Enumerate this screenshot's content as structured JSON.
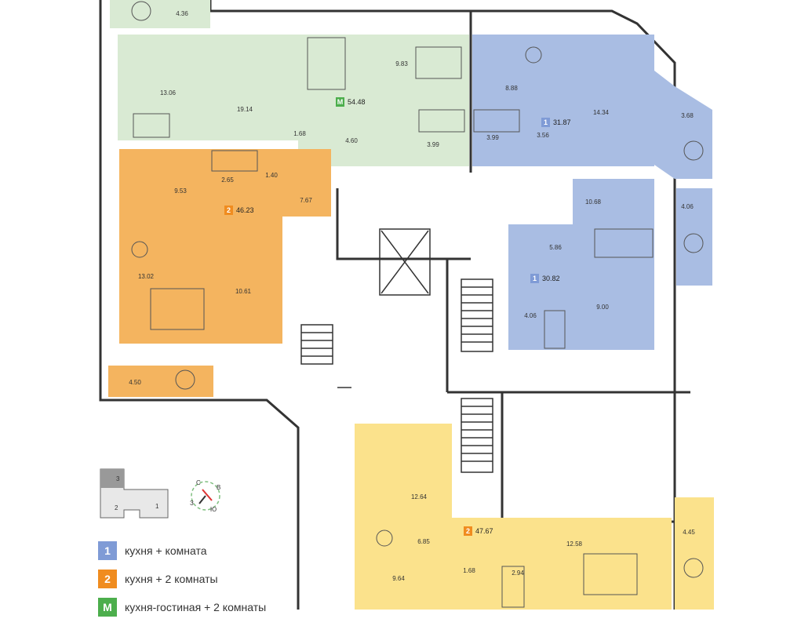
{
  "colors": {
    "studio_green": "#d9ead3",
    "one_room_blue": "#a9bde3",
    "two_room_orange": "#f4b45f",
    "two_room_yellow": "#fbe28c",
    "wall": "#333333",
    "badge_1": "#7f9bd6",
    "badge_2": "#f08c1f",
    "badge_m": "#4cae4c"
  },
  "apartments": [
    {
      "badge": "M",
      "area": "54.48"
    },
    {
      "badge": "1",
      "area": "31.87"
    },
    {
      "badge": "2",
      "area": "46.23"
    },
    {
      "badge": "1",
      "area": "30.82"
    },
    {
      "badge": "2",
      "area": "47.67"
    }
  ],
  "rooms": {
    "green": [
      "4.36",
      "13.06",
      "19.14",
      "9.83",
      "1.68",
      "4.60",
      "3.99"
    ],
    "blue_top": [
      "8.88",
      "14.34",
      "3.68",
      "3.99",
      "3.56"
    ],
    "orange": [
      "9.53",
      "2.65",
      "1.40",
      "7.67",
      "13.02",
      "10.61",
      "4.50"
    ],
    "blue_mid": [
      "10.68",
      "4.06",
      "5.86",
      "4.06",
      "9.00"
    ],
    "yellow": [
      "12.64",
      "6.85",
      "9.64",
      "1.68",
      "2.94",
      "12.58",
      "4.45"
    ]
  },
  "key_plan": {
    "sections": [
      "3",
      "2",
      "1"
    ]
  },
  "compass": {
    "letters": [
      "С",
      "В",
      "З",
      "Ю"
    ]
  },
  "legend": [
    {
      "badge": "1",
      "text": "кухня + комната"
    },
    {
      "badge": "2",
      "text": "кухня + 2 комнаты"
    },
    {
      "badge": "M",
      "text": "кухня-гостиная + 2 комнаты"
    }
  ]
}
